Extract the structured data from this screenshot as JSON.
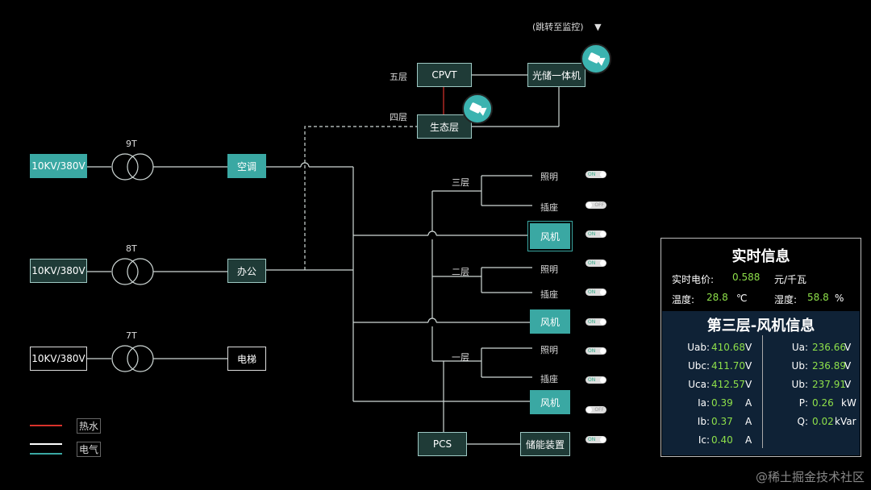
{
  "dropdown": {
    "label": "(跳转至监控)",
    "arrow": "▼"
  },
  "floors": {
    "f5": "五层",
    "f4": "四层",
    "f3": "三层",
    "f2": "二层",
    "f1": "一层"
  },
  "boxes": {
    "cpvt": "CPVT",
    "solar_storage": "光储一体机",
    "eco_floor": "生态层",
    "sources": [
      "10KV/380V",
      "10KV/380V",
      "10KV/380V"
    ],
    "transformers": [
      "9T",
      "8T",
      "7T"
    ],
    "ac": "空调",
    "office": "办公",
    "elevator": "电梯",
    "fan": "风机",
    "pcs": "PCS",
    "storage": "储能装置"
  },
  "loads": {
    "lighting": "照明",
    "socket": "插座"
  },
  "switch": {
    "on": "ON",
    "off": "OFF"
  },
  "legend": {
    "hot_water": "热水",
    "electric": "电气",
    "hot_water_color": "#d9322b",
    "electric_color": "#ffffff",
    "accent_color": "#3aa8a3"
  },
  "panel": {
    "title": "实时信息",
    "price_label": "实时电价:",
    "price_value": "0.588",
    "price_unit": "元/千瓦",
    "temp_label": "温度:",
    "temp_value": "28.8",
    "temp_unit": "℃",
    "hum_label": "湿度:",
    "hum_value": "58.8",
    "hum_unit": "%",
    "fan_title": "第三层-风机信息",
    "left": [
      {
        "k": "Uab:",
        "v": "410.68",
        "u": "V"
      },
      {
        "k": "Ubc:",
        "v": "411.70",
        "u": "V"
      },
      {
        "k": "Uca:",
        "v": "412.57",
        "u": "V"
      },
      {
        "k": "Ia:",
        "v": "0.39",
        "u": "A"
      },
      {
        "k": "Ib:",
        "v": "0.37",
        "u": "A"
      },
      {
        "k": "Ic:",
        "v": "0.40",
        "u": "A"
      }
    ],
    "right": [
      {
        "k": "Ua:",
        "v": "236.66",
        "u": "V"
      },
      {
        "k": "Ub:",
        "v": "236.89",
        "u": "V"
      },
      {
        "k": "Ub:",
        "v": "237.91",
        "u": "V"
      },
      {
        "k": "P:",
        "v": "0.26",
        "u": "kW"
      },
      {
        "k": "Q:",
        "v": "0.02",
        "u": "kVar"
      }
    ]
  },
  "watermark": "@稀土掘金技术社区"
}
